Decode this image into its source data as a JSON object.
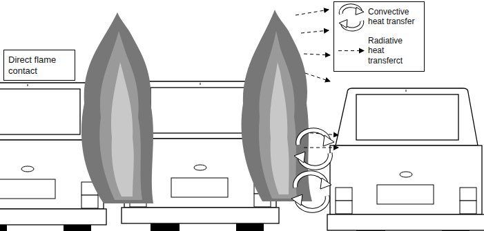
{
  "diagram": {
    "nodes": [
      {
        "text": [
          "Direct flame contact"
        ]
      }
    ],
    "legend": [
      {
        "text": "Convective heat transfer"
      },
      {
        "text": "Radiative heat transferct"
      }
    ]
  }
}
